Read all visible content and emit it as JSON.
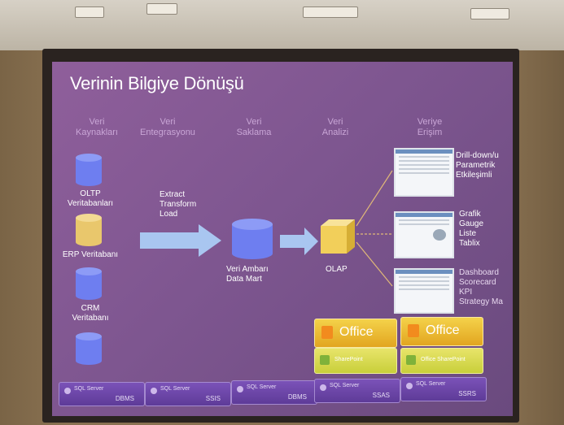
{
  "title": "Verinin Bilgiye Dönüşü",
  "columns": [
    {
      "line1": "Veri",
      "line2": "Kaynakları"
    },
    {
      "line1": "Veri",
      "line2": "Entegrasyonu"
    },
    {
      "line1": "Veri",
      "line2": "Saklama"
    },
    {
      "line1": "Veri",
      "line2": "Analizi"
    },
    {
      "line1": "Veriye",
      "line2": "Erişim"
    }
  ],
  "sources": [
    {
      "line1": "OLTP",
      "line2": "Veritabanları"
    },
    {
      "line1": "ERP Veritabanı",
      "line2": ""
    },
    {
      "line1": "CRM",
      "line2": "Veritabanı"
    }
  ],
  "etl": {
    "line1": "Extract",
    "line2": "Transform",
    "line3": "Load"
  },
  "warehouse": {
    "line1": "Veri Ambarı",
    "line2": "Data Mart"
  },
  "olap": "OLAP",
  "access": [
    {
      "line1": "Drill-down/u",
      "line2": "Parametrik",
      "line3": "Etkileşimli",
      "line4": ""
    },
    {
      "line1": "Grafik",
      "line2": "Gauge",
      "line3": "Liste",
      "line4": "Tablix"
    },
    {
      "line1": "Dashboard",
      "line2": "Scorecard",
      "line3": "KPI",
      "line4": "Strategy Ma"
    }
  ],
  "office_label": "Office",
  "sharepoint_label": "SharePoint",
  "sharepoint_label2": "Office SharePoint",
  "badges": [
    {
      "line1": "SQL Server",
      "line2": "DBMS"
    },
    {
      "line1": "SQL Server",
      "line2": "SSIS"
    },
    {
      "line1": "SQL Server",
      "line2": "DBMS"
    },
    {
      "line1": "SQL Server",
      "line2": "SSAS"
    },
    {
      "line1": "SQL Server",
      "line2": "SSRS"
    }
  ],
  "colors": {
    "slide_bg": "#7e5690",
    "cylinder": "#6e7ef0",
    "erp_cylinder": "#e9c76c",
    "olap_cube": "#f2cf5a",
    "arrow": "#a9c6f0",
    "header_text": "#c9a6d6"
  }
}
